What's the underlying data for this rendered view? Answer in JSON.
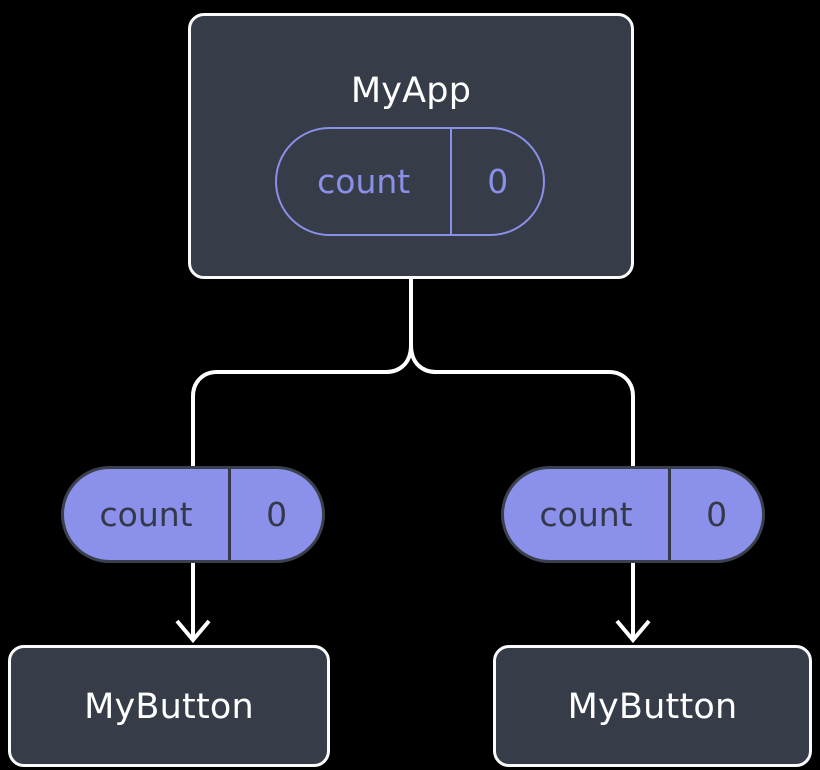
{
  "diagram": {
    "title": "MyApp component tree with count state propagation",
    "background_color": "#000000",
    "colors": {
      "node_fill": "#373C49",
      "node_border": "#FAFAFA",
      "accent_purple": "#8B91EA",
      "accent_purple_outline": "#8A90E8",
      "pill_text_dark": "#33384A",
      "connector": "#FFFFFF",
      "title_text": "#FFFFFF"
    },
    "nodes": {
      "root": {
        "label": "MyApp",
        "state": {
          "name": "count",
          "value": "0",
          "style": "outlined"
        }
      },
      "children": [
        {
          "label": "MyButton",
          "state": {
            "name": "count",
            "value": "0",
            "style": "filled"
          }
        },
        {
          "label": "MyButton",
          "state": {
            "name": "count",
            "value": "0",
            "style": "filled"
          }
        }
      ]
    },
    "connectors": {
      "root_split_label": "branch-connector",
      "prop_arrow_label": "prop-arrow"
    }
  }
}
